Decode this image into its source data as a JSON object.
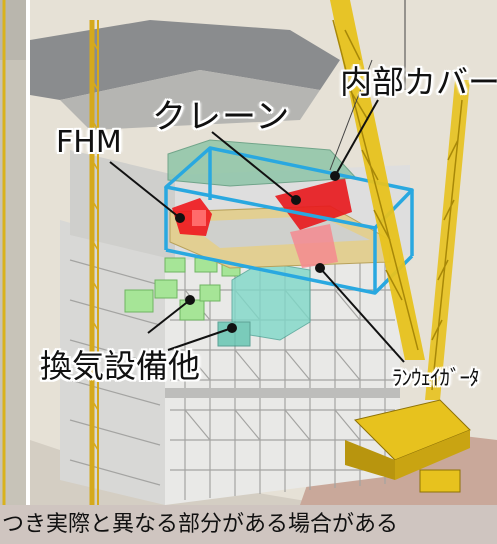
{
  "labels": {
    "crane": "クレーン",
    "fhm": "FHM",
    "inner_cover": "内部カバー",
    "ventilation": "換気設備他",
    "runway_girder": "ﾗﾝｳｪｲｶﾞｰﾀ"
  },
  "caption": "つき実際と異なる部分がある場合がある",
  "colors": {
    "outline_blue": "#29a8e0",
    "crane_green": "#8ec5a8",
    "fhm_red": "#e8171c",
    "equipment_green": "#9ee08e",
    "girder_tan": "#e2cf92",
    "crawler_yellow": "#e7c21e",
    "caption_bg": "#cfc5c0"
  }
}
